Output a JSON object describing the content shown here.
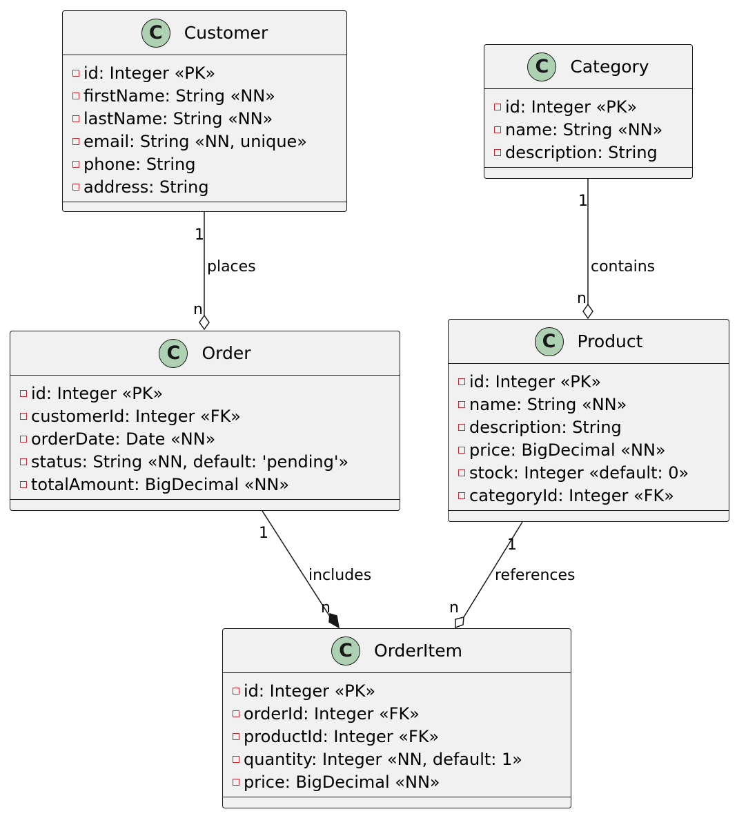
{
  "classes": {
    "customer": {
      "stereotype_letter": "C",
      "name": "Customer",
      "attributes": [
        "id: Integer «PK»",
        "firstName: String «NN»",
        "lastName: String «NN»",
        "email: String «NN, unique»",
        "phone: String",
        "address: String"
      ]
    },
    "category": {
      "stereotype_letter": "C",
      "name": "Category",
      "attributes": [
        "id: Integer «PK»",
        "name: String «NN»",
        "description: String"
      ]
    },
    "order": {
      "stereotype_letter": "C",
      "name": "Order",
      "attributes": [
        "id: Integer «PK»",
        "customerId: Integer «FK»",
        "orderDate: Date «NN»",
        "status: String «NN, default: 'pending'»",
        "totalAmount: BigDecimal «NN»"
      ]
    },
    "product": {
      "stereotype_letter": "C",
      "name": "Product",
      "attributes": [
        "id: Integer «PK»",
        "name: String «NN»",
        "description: String",
        "price: BigDecimal «NN»",
        "stock: Integer «default: 0»",
        "categoryId: Integer «FK»"
      ]
    },
    "orderitem": {
      "stereotype_letter": "C",
      "name": "OrderItem",
      "attributes": [
        "id: Integer «PK»",
        "orderId: Integer «FK»",
        "productId: Integer «FK»",
        "quantity: Integer «NN, default: 1»",
        "price: BigDecimal «NN»"
      ]
    }
  },
  "relations": {
    "places": {
      "label": "places",
      "source_mult": "1",
      "target_mult": "n",
      "kind": "aggregation"
    },
    "contains": {
      "label": "contains",
      "source_mult": "1",
      "target_mult": "n",
      "kind": "aggregation"
    },
    "includes": {
      "label": "includes",
      "source_mult": "1",
      "target_mult": "n",
      "kind": "composition"
    },
    "references": {
      "label": "references",
      "source_mult": "1",
      "target_mult": "n",
      "kind": "aggregation"
    }
  },
  "colors": {
    "class_fill": "#f1f1f1",
    "class_border": "#181818",
    "class_icon_fill": "#add1b2",
    "private_marker": "#c82930"
  }
}
